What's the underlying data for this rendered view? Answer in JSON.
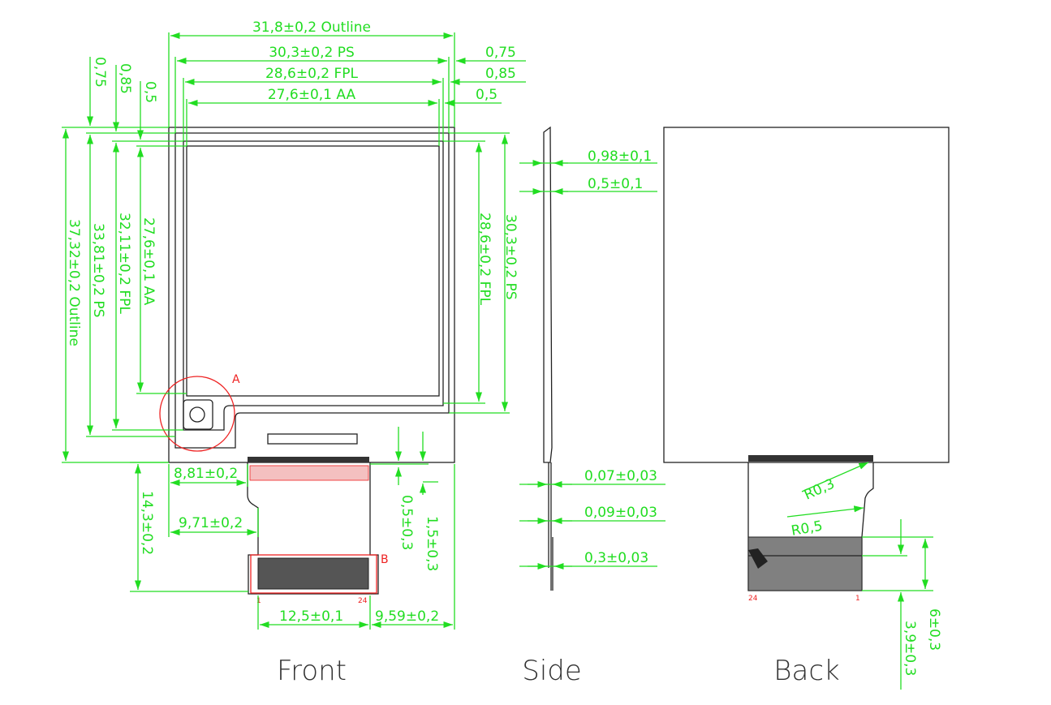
{
  "colors": {
    "dimension": "#22dd22",
    "outline": "#222222",
    "detail_mark": "#ee2222",
    "stiffener": "#808080"
  },
  "labels": {
    "outline_w": "31,8±0,2 Outline",
    "ps_w": "30,3±0,2 PS",
    "fpl_w": "28,6±0,2 FPL",
    "aa_w": "27,6±0,1 AA",
    "r075": "0,75",
    "r085": "0,85",
    "r05": "0,5",
    "l075": "0,75",
    "l085": "0,85",
    "l05": "0,5",
    "outline_h": "37,32±0,2 Outline",
    "ps_h": "33,81±0,2 PS",
    "fpl_h": "32,11±0,2 FPL",
    "aa_h": "27,6±0,1 AA",
    "fpl_h_r": "28,6±0,2 FPL",
    "ps_h_r": "30,3±0,2 PS",
    "d881": "8,81±0,2",
    "d971": "9,71±0,2",
    "d143": "14,3±0,2",
    "d05": "0,5±0,3",
    "d15": "1,5±0,3",
    "d125": "12,5±0,1",
    "d959": "9,59±0,2",
    "side_098": "0,98±0,1",
    "side_05": "0,5±0,1",
    "side_007": "0,07±0,03",
    "side_009": "0,09±0,03",
    "side_03": "0,3±0,03",
    "r03": "R0,3",
    "r05b": "R0,5",
    "d6": "6±0,3",
    "d39": "3,9±0,3",
    "detail_a": "A",
    "detail_b": "B",
    "pin1_front": "1",
    "pin24_front": "24",
    "pin24_back": "24",
    "pin1_back": "1"
  },
  "captions": {
    "front": "Front",
    "side": "Side",
    "back": "Back"
  }
}
